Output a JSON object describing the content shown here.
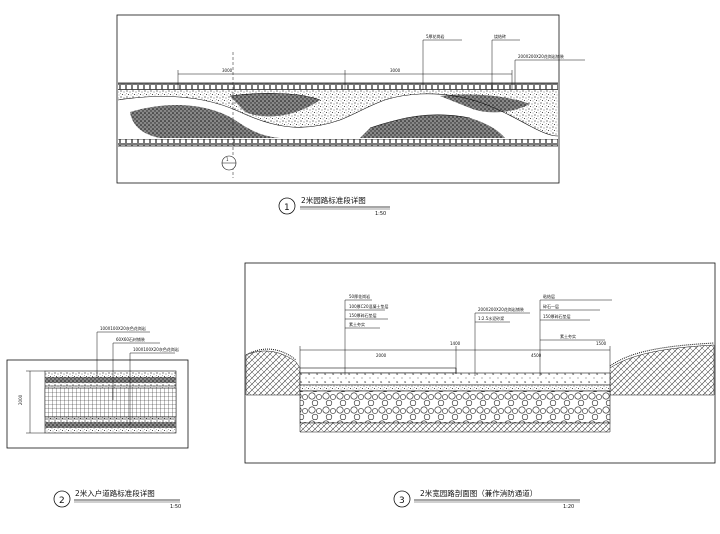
{
  "drawing1": {
    "number": "1",
    "title": "2米园路标准段详图",
    "scale": "1:50",
    "dims": [
      "3000",
      "3000"
    ],
    "labels": [
      "5厚花岗岩",
      "烧结砖",
      "200X200X20花岗岩铺装"
    ],
    "grid_ref": "1"
  },
  "drawing2": {
    "number": "2",
    "title": "2米入户道路标准段详图",
    "scale": "1:50",
    "height_dim": "2000",
    "labels": [
      "100X100X20灰色花岗岩",
      "60X60石材铺装",
      "100X100X20灰色花岗岩"
    ]
  },
  "drawing3": {
    "number": "3",
    "title": "2米宽园路剖面图（兼作消防通道）",
    "scale": "1:20",
    "dims": [
      "2000",
      "1400",
      "4500",
      "1500"
    ],
    "labels_left": [
      "50厚花岗岩",
      "100厚C20混凝土垫层",
      "150厚碎石垫层",
      "素土夯实"
    ],
    "labels_mid": [
      "200X200X20花岗岩铺装",
      "1:2.5水泥砂浆"
    ],
    "labels_right": [
      "粘结层",
      "碎石一层",
      "150厚碎石垫层",
      "素土夯实"
    ]
  }
}
